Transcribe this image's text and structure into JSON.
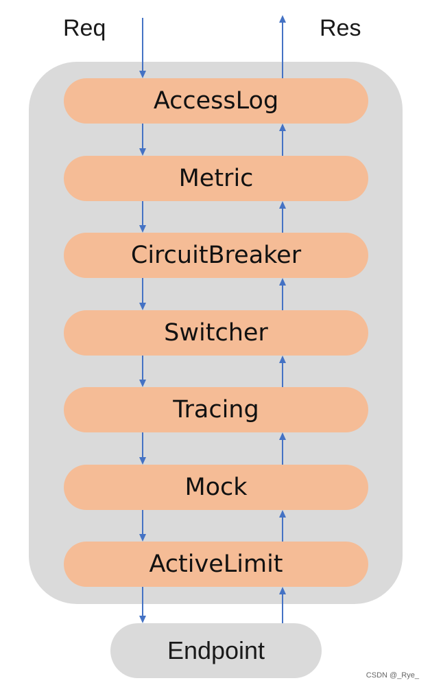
{
  "diagram": {
    "request_label": "Req",
    "response_label": "Res",
    "filters": [
      "AccessLog",
      "Metric",
      "CircuitBreaker",
      "Switcher",
      "Tracing",
      "Mock",
      "ActiveLimit"
    ],
    "endpoint_label": "Endpoint",
    "colors": {
      "filter_fill": "#f5bc96",
      "container_fill": "#dadada",
      "arrow": "#4472c4"
    }
  },
  "watermark": "CSDN @_Rye_"
}
